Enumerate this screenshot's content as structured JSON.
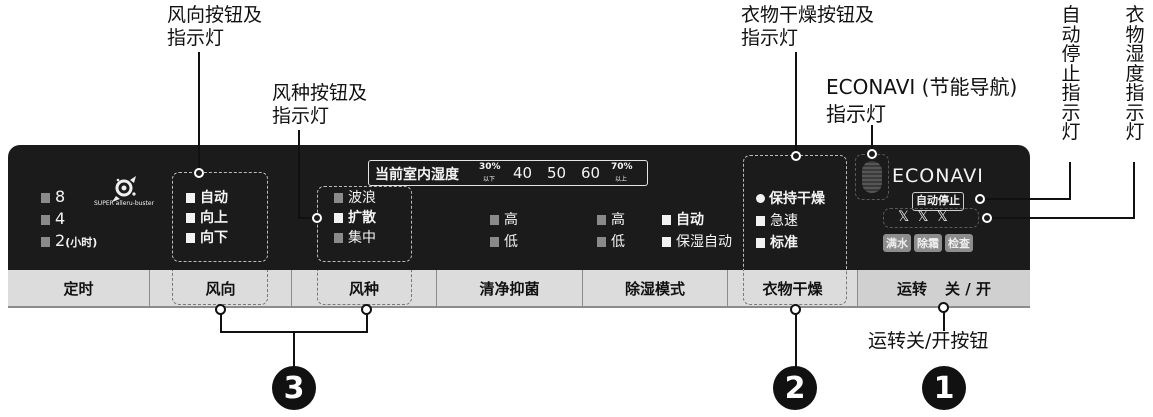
{
  "callouts": {
    "wind_direction": "风向按钮及\n指示灯",
    "wind_type": "风种按钮及\n指示灯",
    "clothes_dry": "衣物干燥按钮及\n指示灯",
    "econavi": "ECONAVI (节能导航)\n指示灯",
    "auto_stop": "自动停止指示灯",
    "clothes_humidity": "衣物湿度指示灯",
    "power_button": "运转关/开按钮"
  },
  "numbers": {
    "n1": "1",
    "n2": "2",
    "n3": "3"
  },
  "panel": {
    "timer_8": "8",
    "timer_4": "4",
    "timer_2": "2",
    "timer_unit": "(小时)",
    "logo_text": "SUPER alleru-buster",
    "humidity_label": "当前室内湿度",
    "humidity_30": "30%",
    "humidity_30_sub": "以下",
    "humidity_40": "40",
    "humidity_50": "50",
    "humidity_60": "60",
    "humidity_70": "70%",
    "humidity_70_sub": "以上",
    "dir_auto": "自动",
    "dir_up": "向上",
    "dir_down": "向下",
    "wind_wave": "波浪",
    "wind_spread": "扩散",
    "wind_focus": "集中",
    "clean_high": "高",
    "clean_low": "低",
    "dehum_high": "高",
    "dehum_low": "低",
    "dehum_auto": "自动",
    "dehum_keep": "保湿自动",
    "dry_keep": "保持干燥",
    "dry_fast": "急速",
    "dry_std": "标准",
    "econavi_logo": "ECONAVI",
    "auto_stop": "自动停止",
    "status_full": "满水",
    "status_frost": "除霜",
    "status_check": "检查"
  },
  "buttons": {
    "timer": "定时",
    "wind_direction": "风向",
    "wind_type": "风种",
    "clean": "清净抑菌",
    "dehum_mode": "除湿模式",
    "clothes_dry": "衣物干燥",
    "power_run": "运转",
    "power_offon": "关 / 开"
  }
}
